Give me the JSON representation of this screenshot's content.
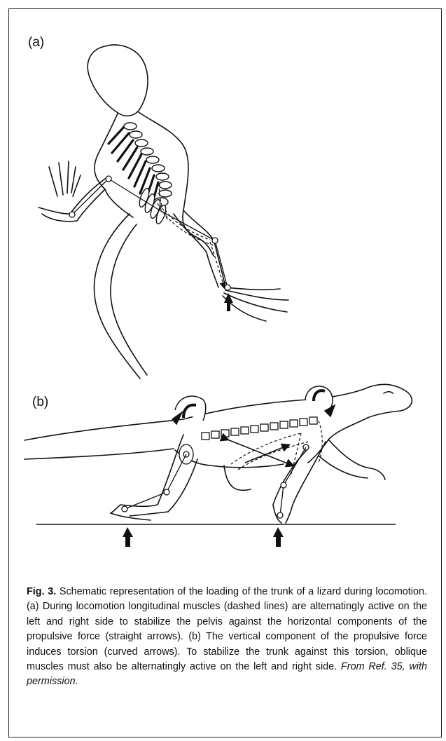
{
  "figure": {
    "panel_a_label": "(a)",
    "panel_b_label": "(b)"
  },
  "caption": {
    "label": "Fig. 3.",
    "text": " Schematic representation of the loading of the trunk of a lizard during locomotion. (a) During locomotion longitudinal muscles (dashed lines) are alternatingly active on the left and right side to stabilize the pelvis against the horizontal components of the propulsive force (straight arrows). (b) The vertical component of the propulsive force induces torsion (curved arrows). To stabilize the trunk against this torsion, oblique muscles must also be alternatingly active on the left and right side.",
    "credit": "From Ref. 35, with permission."
  }
}
